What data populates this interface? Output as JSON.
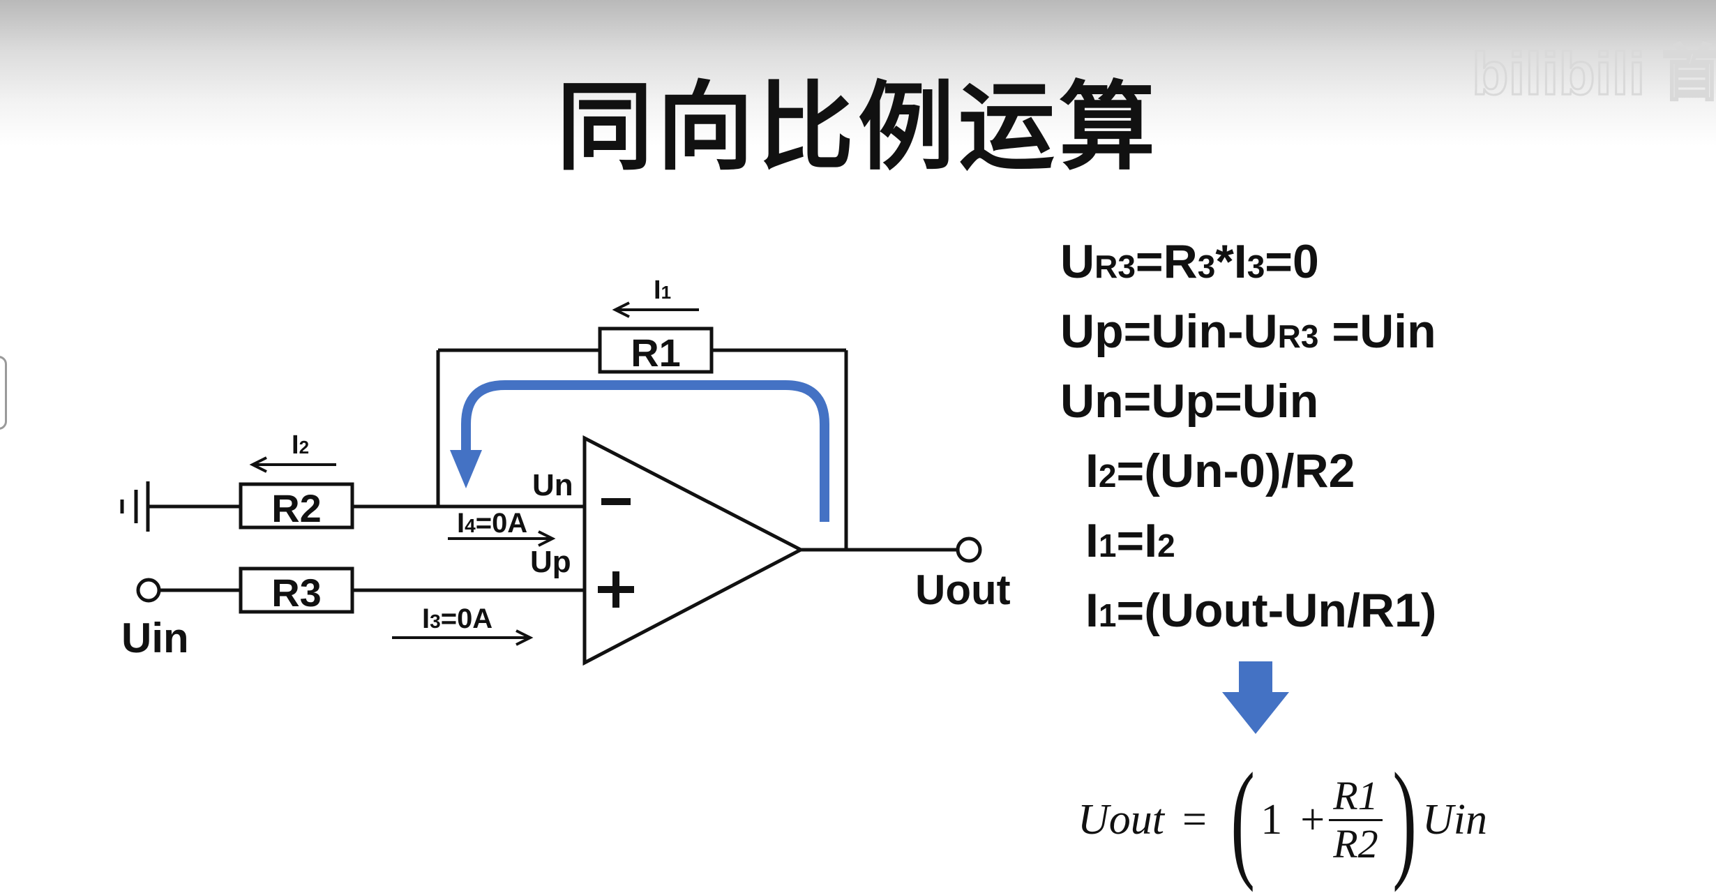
{
  "title": "同向比例运算",
  "watermark": {
    "text": "bilibili 首页"
  },
  "circuit": {
    "resistors": [
      "R1",
      "R2",
      "R3"
    ],
    "current_labels": {
      "i1": "I",
      "i1_sub": "1",
      "i2": "I",
      "i2_sub": "2",
      "i4": "I",
      "i4_sub": "4",
      "i4_val": "=0A",
      "i3": "I",
      "i3_sub": "3",
      "i3_val": "=0A"
    },
    "node_labels": {
      "un": "Un",
      "up": "Up",
      "uin": "Uin",
      "uout": "Uout"
    },
    "opamp": {
      "minus": "-",
      "plus": "+"
    },
    "feedback_arrow_color": "#4472c4"
  },
  "equations": [
    {
      "parts": [
        "U",
        "R3",
        "=R",
        "3",
        "*I",
        "3",
        "=0"
      ]
    },
    {
      "parts": [
        "Up=Uin-U",
        "R3",
        " =Uin"
      ]
    },
    {
      "parts": [
        "Un=Up=Uin"
      ]
    },
    {
      "parts": [
        "I",
        "2",
        "=(Un-0)/R2"
      ]
    },
    {
      "parts": [
        "I",
        "1",
        "=I",
        "2"
      ]
    },
    {
      "parts": [
        "I",
        "1",
        "=(Uout-Un/R1)"
      ]
    }
  ],
  "result_arrow_color": "#4472c4",
  "formula": {
    "lhs": "Uout",
    "eq": "=",
    "lparen": "(",
    "one": "1",
    "plus": "+",
    "numerator": "R1",
    "denominator": "R2",
    "rparen": ")",
    "rhs": "Uin"
  }
}
